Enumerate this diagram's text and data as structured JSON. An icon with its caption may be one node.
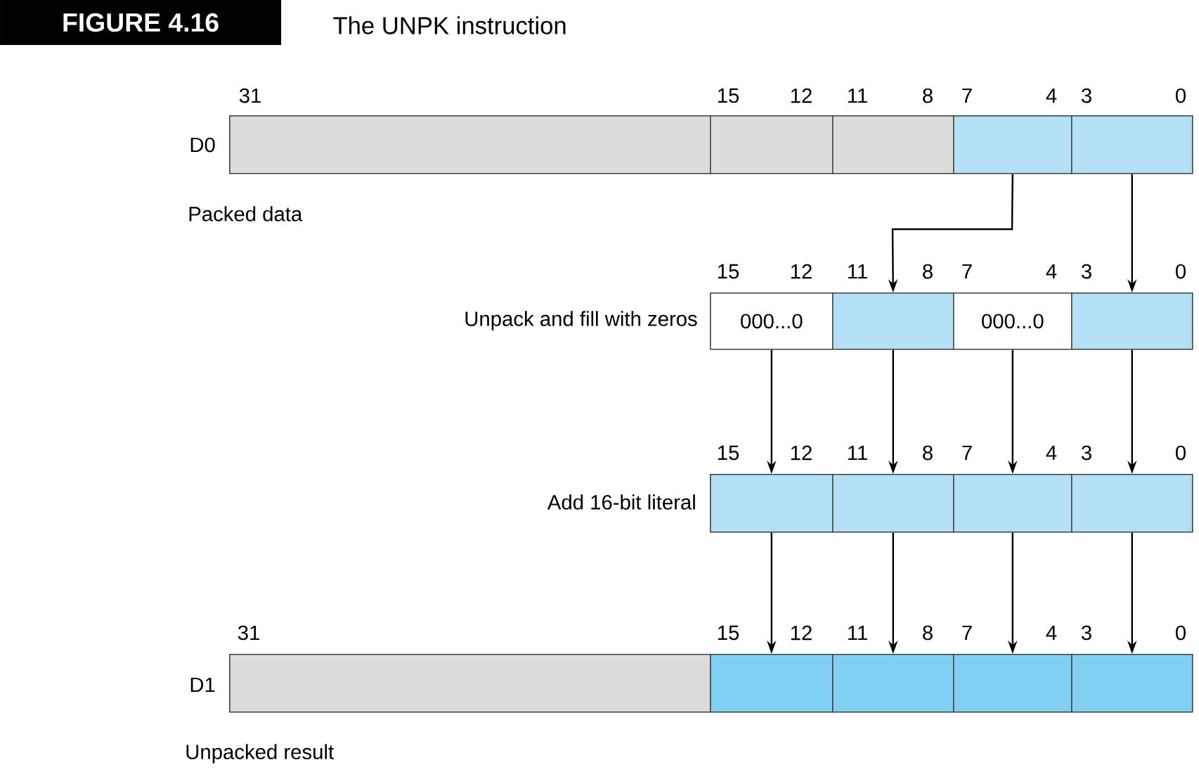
{
  "diagram": {
    "title": "The UNPK instruction",
    "nodes": [
      {
        "text": [],
        "shape": "box"
      },
      {
        "text": [],
        "shape": "box"
      },
      {
        "text": [],
        "shape": "box"
      },
      {
        "text": [],
        "shape": "box"
      },
      {
        "text": [],
        "shape": "box"
      },
      {
        "text": [
          "000...0"
        ]
      },
      {
        "text": [],
        "shape": "box"
      },
      {
        "text": [
          "000...0"
        ]
      },
      {
        "text": [],
        "shape": "box"
      },
      {
        "text": [],
        "shape": "box"
      },
      {
        "text": [],
        "shape": "box"
      },
      {
        "text": [],
        "shape": "box"
      },
      {
        "text": [],
        "shape": "box"
      },
      {
        "text": [],
        "shape": "box"
      },
      {
        "text": [],
        "shape": "box"
      },
      {
        "text": [],
        "shape": "box"
      },
      {
        "text": [],
        "shape": "box"
      },
      {
        "text": [],
        "shape": "box"
      }
    ],
    "edges": [
      {
        "from": 3,
        "to": 6,
        "arrow": "to"
      },
      {
        "from": 4,
        "to": 8,
        "arrow": "to"
      },
      {
        "from": 5,
        "to": 9,
        "arrow": "to"
      },
      {
        "from": 6,
        "to": 10,
        "arrow": "to"
      },
      {
        "from": 7,
        "to": 11,
        "arrow": "to"
      },
      {
        "from": 8,
        "to": 12,
        "arrow": "to"
      },
      {
        "from": 9,
        "to": 14,
        "arrow": "to"
      },
      {
        "from": 10,
        "to": 15,
        "arrow": "to"
      },
      {
        "from": 11,
        "to": 16,
        "arrow": "to"
      },
      {
        "from": 12,
        "to": 17,
        "arrow": "to"
      }
    ],
    "labels": [
      "FIGURE 4.16",
      "31",
      "15",
      "12",
      "11",
      "8",
      "7",
      "4",
      "3",
      "0",
      "D0",
      "Packed data",
      "15",
      "12",
      "11",
      "8",
      "7",
      "4",
      "3",
      "0",
      "Unpack and fill with zeros",
      "15",
      "12",
      "11",
      "8",
      "7",
      "4",
      "3",
      "0",
      "Add 16-bit literal",
      "31",
      "15",
      "12",
      "11",
      "8",
      "7",
      "4",
      "3",
      "0",
      "D1",
      "Unpacked result"
    ]
  }
}
